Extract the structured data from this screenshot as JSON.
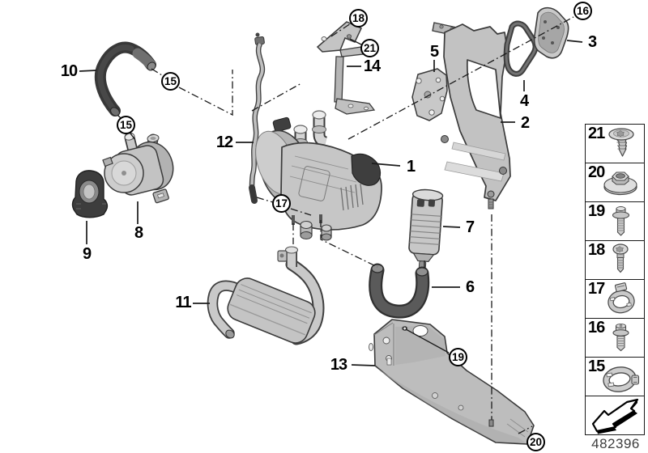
{
  "figure": {
    "part_labels": [
      {
        "num": "1"
      },
      {
        "num": "2"
      },
      {
        "num": "3"
      },
      {
        "num": "4"
      },
      {
        "num": "5"
      },
      {
        "num": "6"
      },
      {
        "num": "7"
      },
      {
        "num": "8"
      },
      {
        "num": "9"
      },
      {
        "num": "10"
      },
      {
        "num": "11"
      },
      {
        "num": "12"
      },
      {
        "num": "13"
      },
      {
        "num": "14"
      }
    ],
    "callouts": [
      {
        "num": "15"
      },
      {
        "num": "15"
      },
      {
        "num": "16"
      },
      {
        "num": "17"
      },
      {
        "num": "18"
      },
      {
        "num": "19"
      },
      {
        "num": "20"
      },
      {
        "num": "21"
      }
    ],
    "legend": [
      {
        "num": "21",
        "icon": "rivet-screw-icon"
      },
      {
        "num": "20",
        "icon": "washer-nut-icon"
      },
      {
        "num": "19",
        "icon": "hex-flange-bolt-icon"
      },
      {
        "num": "18",
        "icon": "torx-screw-icon"
      },
      {
        "num": "17",
        "icon": "hose-clamp-icon"
      },
      {
        "num": "16",
        "icon": "hex-flange-bolt-short-icon"
      },
      {
        "num": "15",
        "icon": "hose-clamp-large-icon"
      },
      {
        "icon": "direction-arrow-icon"
      }
    ],
    "doc_number": "482396",
    "colors": {
      "line": "#1b1b1b",
      "metal": "#c6c6c6",
      "dark_part": "#3c3c3c",
      "outline": "#3b3b3b"
    }
  }
}
